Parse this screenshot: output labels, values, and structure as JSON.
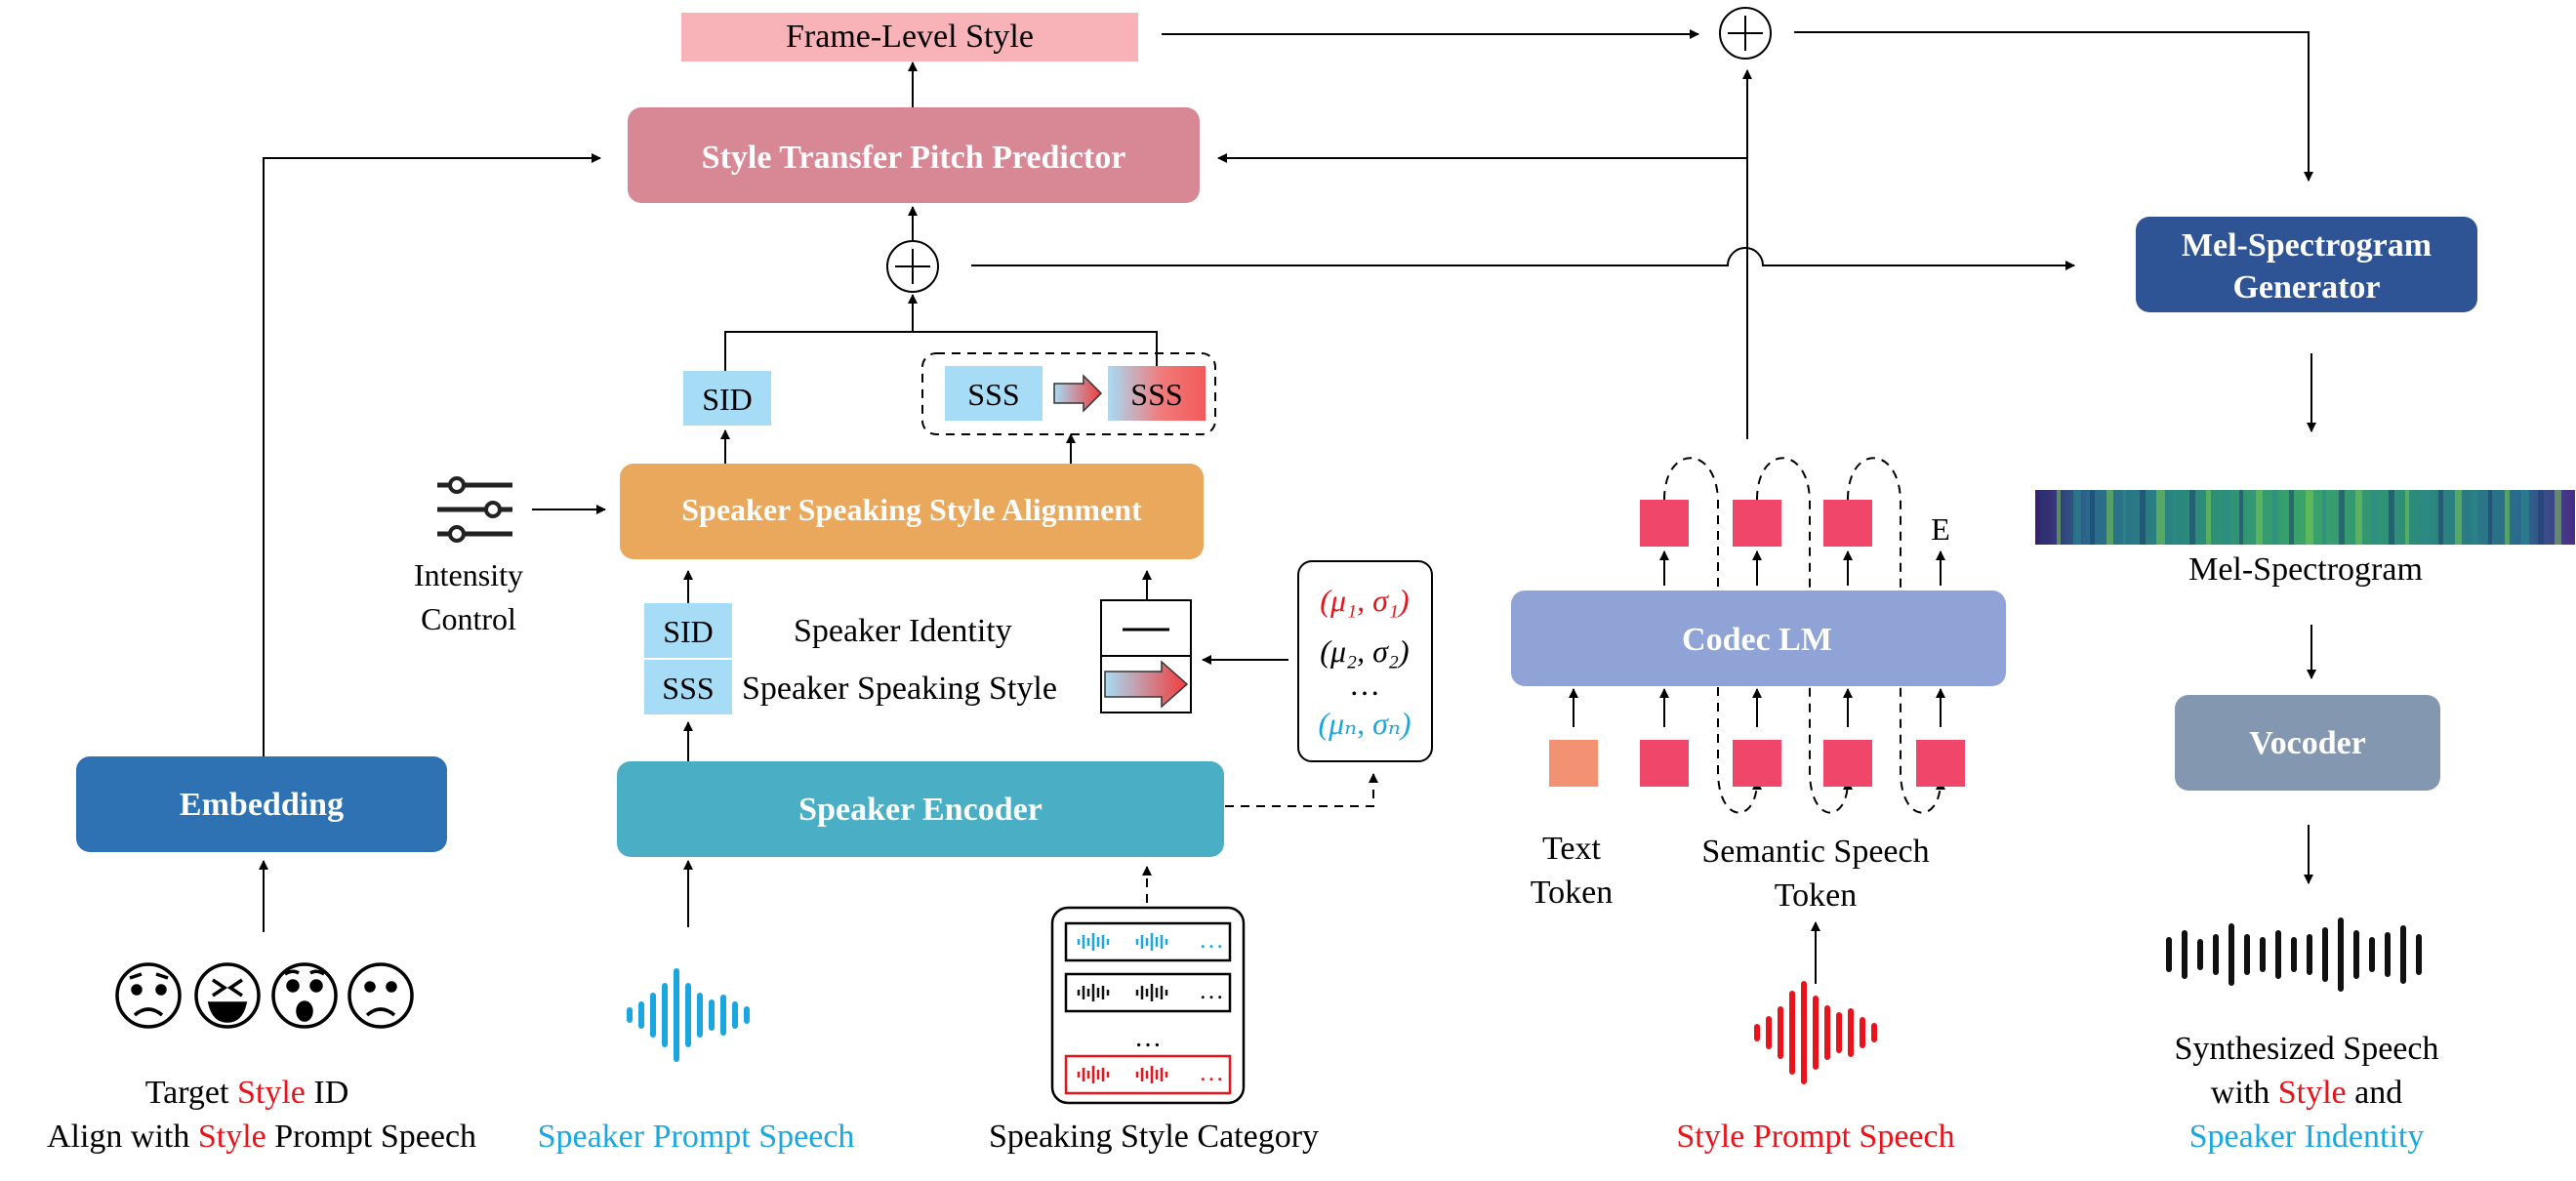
{
  "blocks": {
    "frame_level_style": "Frame-Level Style",
    "pitch_predictor": "Style Transfer Pitch Predictor",
    "ssa": "Speaker Speaking Style Alignment",
    "speaker_encoder": "Speaker  Encoder",
    "embedding": "Embedding",
    "codec_lm": "Codec LM",
    "mel_generator_l1": "Mel-Spectrogram",
    "mel_generator_l2": "Generator",
    "vocoder": "Vocoder"
  },
  "tags": {
    "sid": "SID",
    "sss": "SSS",
    "e": "E"
  },
  "labels": {
    "speaker_identity": "Speaker Identity",
    "speaker_speaking_style": "Speaker Speaking Style",
    "intensity_l1": "Intensity",
    "intensity_l2": "Control",
    "text_token_l1": "Text",
    "text_token_l2": "Token",
    "semantic_token_l1": "Semantic Speech",
    "semantic_token_l2": "Token",
    "mel_spectrogram": "Mel-Spectrogram",
    "ellipsis": "…"
  },
  "stats": {
    "mu1_sigma1": "(μ₁, σ₁)",
    "mu2_sigma2": "(μ₂, σ₂)",
    "mun_sigman": "(μₙ, σₙ)"
  },
  "captions": {
    "target_style_id": [
      "Target ",
      "Style",
      " ID"
    ],
    "align_with": [
      "Align with ",
      "Style",
      " Prompt Speech"
    ],
    "speaker_prompt": "Speaker Prompt Speech",
    "speaking_style_category": "Speaking Style Category",
    "style_prompt": "Style Prompt Speech",
    "synth_l1": "Synthesized Speech",
    "synth_l2": [
      "with ",
      "Style",
      " and"
    ],
    "synth_l3": "Speaker Indentity"
  },
  "icons": [
    "sliders-icon",
    "worried-face-icon",
    "laughing-face-icon",
    "surprised-face-icon",
    "sad-face-icon",
    "waveform-icon",
    "speaking-style-list-icon",
    "spectrogram-icon",
    "plus-icon",
    "subtract-icon",
    "red-arrow-icon"
  ],
  "colors": {
    "red": "#e8141c",
    "cyan": "#1aa7e0",
    "pink_block": "#d88794",
    "orange_block": "#e9a85c",
    "teal_block": "#4aafc4",
    "blue_block": "#2e72b4",
    "navy_block": "#2f5496",
    "lavender_block": "#8fa3d6",
    "gray_block": "#8497b0",
    "tag_blue": "#a6dcf5",
    "token_red": "#f0466a",
    "token_orange": "#f39272"
  }
}
